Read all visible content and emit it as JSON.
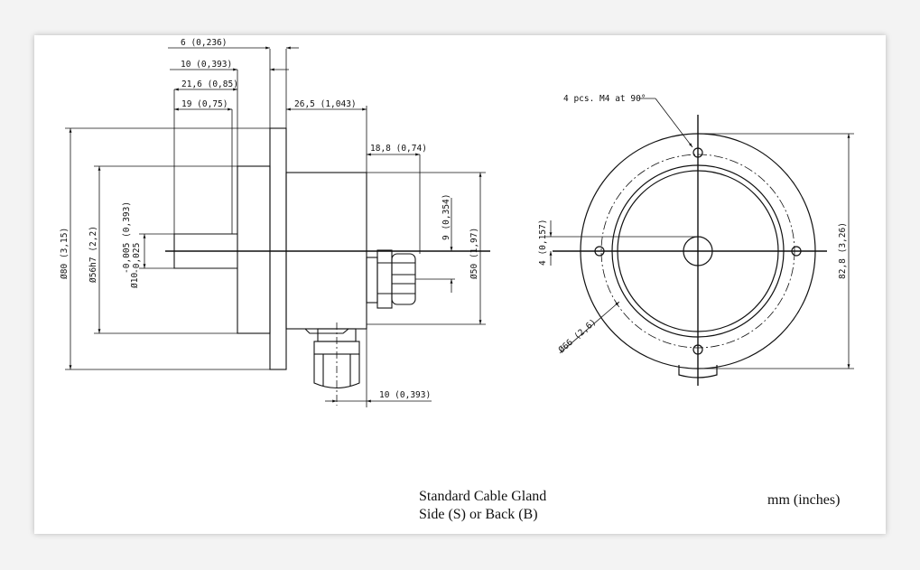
{
  "caption": {
    "line1": "Standard Cable Gland",
    "line2": "Side (S) or Back (B)",
    "units": "mm (inches)"
  },
  "side_view": {
    "dims": {
      "flange_thickness": "6 (0,236)",
      "step_10": "10 (0,393)",
      "shaft_21_6": "21,6 (0,85)",
      "shaft_19": "19 (0,75)",
      "body_26_5": "26,5 (1,043)",
      "gland_18_8": "18,8 (0,74)",
      "offset_9": "9 (0,354)",
      "dia_80": "Ø80 (3,15)",
      "dia_56": "Ø56h7 (2,2)",
      "dia_10_main": "Ø10",
      "dia_10_tol_upper": "-0,005 (0,393)",
      "dia_10_tol_lower": "-0,025",
      "dia_50": "Ø50 (1,97)",
      "gland_10": "10 (0,393)"
    }
  },
  "front_view": {
    "dims": {
      "holes": "4 pcs. M4 at 90°",
      "offset_4": "4 (0,157)",
      "dia_82_8": "82,8 (3,26)",
      "dia_66": "Ø66 (2,6)"
    }
  }
}
